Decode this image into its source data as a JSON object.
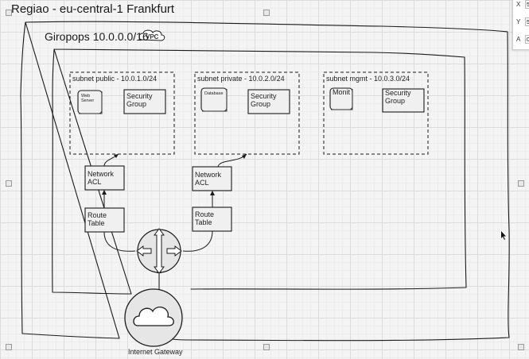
{
  "region": {
    "title": "Regiao - eu-central-1 Frankfurt"
  },
  "vpc": {
    "title": "Giropops 10.0.0.0/16",
    "badge": "VPC"
  },
  "subnets": [
    {
      "label": "subnet public - 10.0.1.0/24",
      "resource": "Web Server",
      "security_group": "Security Group"
    },
    {
      "label": "subnet private - 10.0.2.0/24",
      "resource": "Database",
      "security_group": "Security Group"
    },
    {
      "label": "subnet mgmt - 10.0.3.0/24",
      "resource": "Monit",
      "security_group": "Security Group"
    }
  ],
  "network_acls": [
    {
      "label": "Network ACL"
    },
    {
      "label": "Network ACL"
    }
  ],
  "route_tables": [
    {
      "label": "Route Table"
    },
    {
      "label": "Route Table"
    }
  ],
  "router": {
    "icon": "router-icon"
  },
  "internet_gateway": {
    "label": "Internet Gateway",
    "icon": "cloud-icon"
  },
  "geometry_panel": {
    "x_label": "X",
    "y_label": "Y",
    "a_label": "A",
    "x_value": "5",
    "y_value": "5",
    "a_value": "0"
  },
  "colors": {
    "ink": "#1a1a1a",
    "box_fill": "#f0f0f0",
    "router_fill": "#e6e6e6"
  }
}
